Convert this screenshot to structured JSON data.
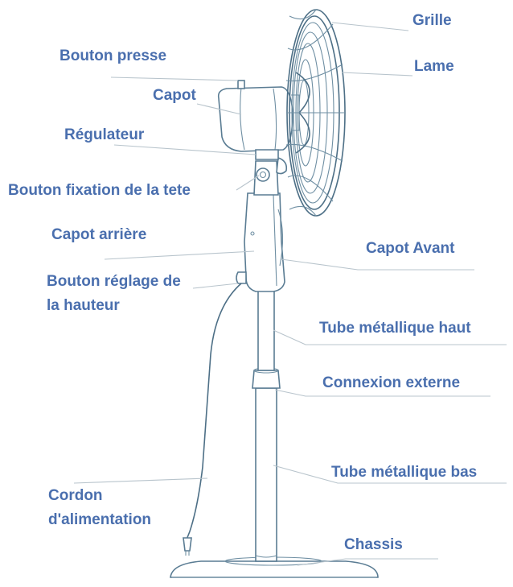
{
  "colors": {
    "label": "#4a6fae",
    "drawing": "#4d6f86",
    "leader": "#b8c4cc"
  },
  "labels": {
    "grille": "Grille",
    "lame": "Lame",
    "bouton_presse": "Bouton presse",
    "capot": "Capot",
    "regulateur": "Régulateur",
    "bouton_fixation": "Bouton fixation de la tete",
    "capot_arriere": "Capot arrière",
    "capot_avant": "Capot Avant",
    "bouton_reglage_1": "Bouton réglage de",
    "bouton_reglage_2": "la hauteur",
    "tube_haut": "Tube métallique haut",
    "connexion": "Connexion externe",
    "tube_bas": "Tube métallique bas",
    "cordon_1": "Cordon",
    "cordon_2": "d'alimentation",
    "chassis": "Chassis"
  }
}
